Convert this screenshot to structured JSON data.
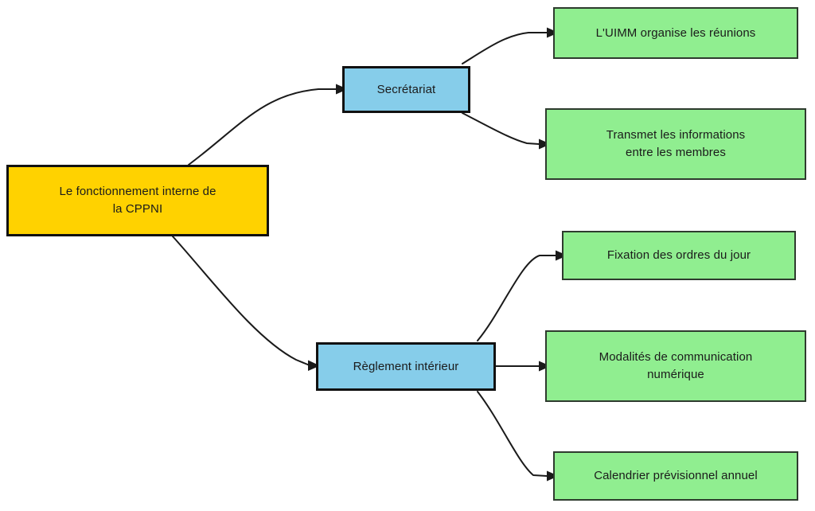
{
  "diagram": {
    "title": "Le fonctionnement interne de la CPPNI",
    "type": "flowchart",
    "background_color": "#ffffff",
    "colors": {
      "root_fill": "#ffd200",
      "branch_fill": "#86cdea",
      "leaf_fill": "#90ee90",
      "node_border": "#111111",
      "leaf_border": "#2e3b2e",
      "edge_stroke": "#1a1a1a",
      "text": "#1b1b1b"
    },
    "nodes": {
      "root": {
        "label": "Le fonctionnement interne de\nla CPPNI"
      },
      "branch_secretariat": {
        "label": "Secrétariat"
      },
      "branch_reglement": {
        "label": "Règlement intérieur"
      },
      "leaf_uimm": {
        "label": "L'UIMM organise les réunions"
      },
      "leaf_transmet": {
        "label": "Transmet les informations\nentre les membres"
      },
      "leaf_ordres": {
        "label": "Fixation des ordres du jour"
      },
      "leaf_modalites": {
        "label": "Modalités de communication\nnumérique"
      },
      "leaf_calendrier": {
        "label": "Calendrier prévisionnel annuel"
      }
    },
    "edges": [
      {
        "from": "root",
        "to": "branch_secretariat"
      },
      {
        "from": "root",
        "to": "branch_reglement"
      },
      {
        "from": "branch_secretariat",
        "to": "leaf_uimm"
      },
      {
        "from": "branch_secretariat",
        "to": "leaf_transmet"
      },
      {
        "from": "branch_reglement",
        "to": "leaf_ordres"
      },
      {
        "from": "branch_reglement",
        "to": "leaf_modalites"
      },
      {
        "from": "branch_reglement",
        "to": "leaf_calendrier"
      }
    ]
  }
}
